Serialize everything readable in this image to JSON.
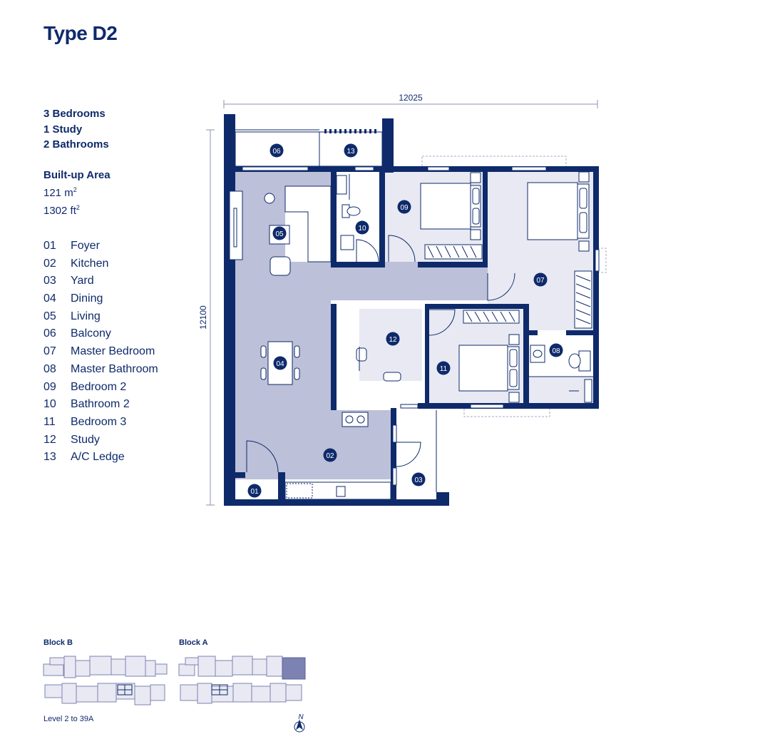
{
  "title": "Type D2",
  "summary": [
    "3 Bedrooms",
    "1 Study",
    "2 Bathrooms"
  ],
  "area": {
    "heading": "Built-up Area",
    "sqm_value": "121 m",
    "sqft_value": "1302 ft",
    "unit_exponent": "2"
  },
  "rooms": [
    {
      "num": "01",
      "name": "Foyer"
    },
    {
      "num": "02",
      "name": "Kitchen"
    },
    {
      "num": "03",
      "name": "Yard"
    },
    {
      "num": "04",
      "name": "Dining"
    },
    {
      "num": "05",
      "name": "Living"
    },
    {
      "num": "06",
      "name": "Balcony"
    },
    {
      "num": "07",
      "name": "Master Bedroom"
    },
    {
      "num": "08",
      "name": "Master Bathroom"
    },
    {
      "num": "09",
      "name": "Bedroom 2"
    },
    {
      "num": "10",
      "name": "Bathroom 2"
    },
    {
      "num": "11",
      "name": "Bedroom 3"
    },
    {
      "num": "12",
      "name": "Study"
    },
    {
      "num": "13",
      "name": "A/C Ledge"
    }
  ],
  "dimensions": {
    "width": "12025",
    "height": "12100"
  },
  "key_plan": {
    "block_b_label": "Block B",
    "block_a_label": "Block A",
    "level_text": "Level 2 to 39A",
    "north_label": "N"
  },
  "colors": {
    "navy": "#0e2a6b",
    "living_fill": "#bcc0d8",
    "room_fill": "#e8e9f2",
    "highlight": "#7c83b3"
  }
}
